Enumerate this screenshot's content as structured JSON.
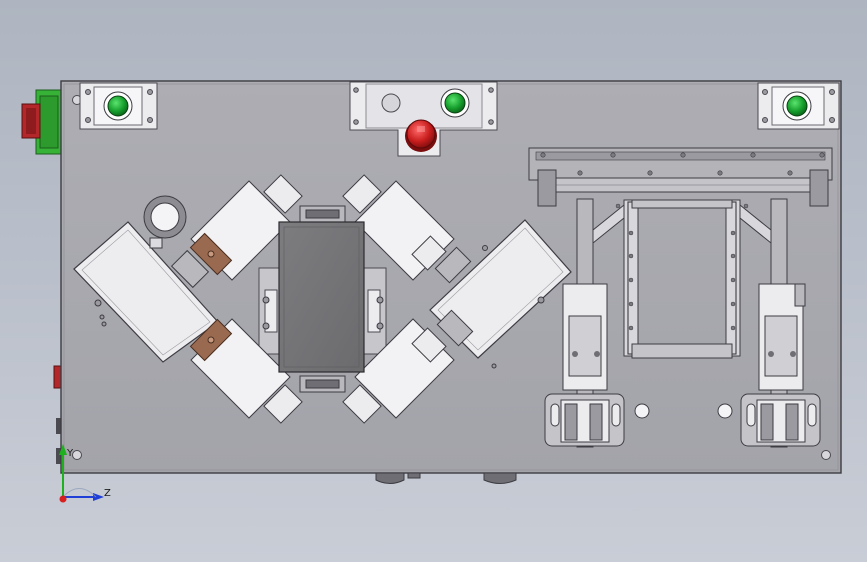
{
  "viewport": {
    "background_top": "#aeb5c0",
    "background_bottom": "#c9cdd6"
  },
  "triad": {
    "y_label": "Y",
    "z_label": "Z",
    "y_color": "#1fb01f",
    "z_color": "#1f3fd6",
    "origin_color": "#d61f1f"
  },
  "colors": {
    "plate": "#a9a9b0",
    "plate_edge": "#3c3c42",
    "green_button": "#1fa23a",
    "estop_red": "#cc1f1f",
    "light_panel": "#ececef",
    "dark_block": "#757578",
    "copper_pad": "#9a6a50",
    "side_green": "#36b336",
    "side_red": "#b3262a"
  },
  "components": [
    "top-left-button-panel",
    "top-center-estop-panel",
    "top-right-button-panel",
    "central-clamp-fixture",
    "left-actuator-module",
    "right-actuator-module",
    "right-lift-frame"
  ]
}
